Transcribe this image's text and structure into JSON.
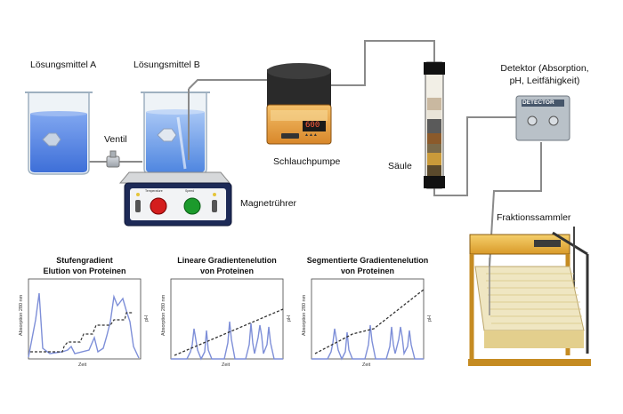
{
  "labels": {
    "solvent_a": "Lösungsmittel A",
    "solvent_b": "Lösungsmittel B",
    "valve": "Ventil",
    "pump": "Schlauchpumpe",
    "stirrer": "Magnetrührer",
    "column": "Säule",
    "detector_line1": "Detektor (Absorption,",
    "detector_line2": "pH, Leitfähigkeit)",
    "collector": "Fraktionssammler"
  },
  "devices": {
    "pump_display": "600",
    "pump_buttons": "▲▲▲",
    "detector_badge": "DETECTOR",
    "stirrer_label_left": "Temperature",
    "stirrer_label_right": "Speed"
  },
  "charts": [
    {
      "title_line1": "Stufengradient",
      "title_line2": "Elution von Proteinen",
      "ylabel": "Absorption 280 nm",
      "y2label": "pH",
      "xlabel": "Zeit"
    },
    {
      "title_line1": "Lineare Gradientenelution",
      "title_line2": "von Proteinen",
      "ylabel": "Absorption 280 nm",
      "y2label": "pH",
      "xlabel": "Zeit"
    },
    {
      "title_line1": "Segmentierte Gradientenelution",
      "title_line2": "von Proteinen",
      "ylabel": "Absorption 280 nm",
      "y2label": "pH",
      "xlabel": "Zeit"
    }
  ],
  "colors": {
    "liquid_blue": "#4a7fe0",
    "curve_blue": "#7e8fd8",
    "pump_orange": "#e9a23a",
    "collector_yellow": "#e9b23a",
    "tubing_gray": "#8a8a8a"
  }
}
